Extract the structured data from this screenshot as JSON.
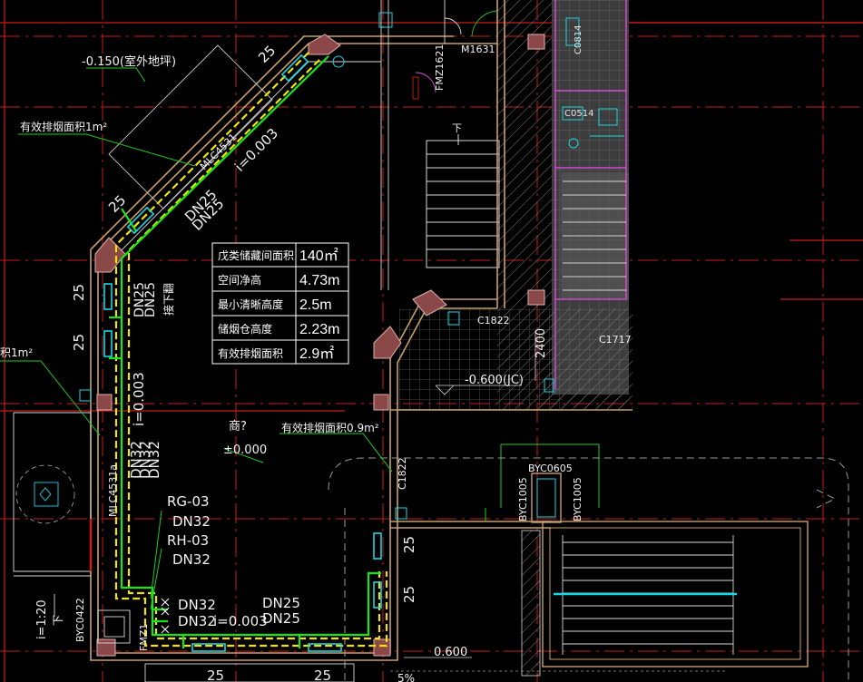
{
  "notes": {
    "outdoor_elev": "-0.150(室外地坪)",
    "smoke_area_1": "有效排烟面积1m²",
    "smoke_area_left": "积1m²",
    "smoke_area_center": "有效排烟面积0.9m²",
    "elev_main": "±0.000",
    "room_mark": "商?",
    "elev_lower": "-0.600(JC)",
    "dim_0600": "0.600",
    "dim_2400": "2400",
    "down_mark": "下",
    "slope_ramp": "i=1:20",
    "ramp_down": "下",
    "pct": "5%"
  },
  "labels": {
    "door_m1631": "M1631",
    "door_fmz1621": "FMZ1621",
    "window_mlc": "MLC4531",
    "window_mlc_left": "MLC4531a",
    "window_c1822a": "C1822",
    "window_c1822b": "C1822",
    "window_c1717": "C1717",
    "byc0605": "BYC0605",
    "byc1005a": "BYC1005",
    "byc1005b": "BYC1005",
    "byc0422": "BYC0422",
    "fmz_bottom": "FMZ1",
    "c0814": "C0814",
    "c0514": "C0514"
  },
  "pipes": {
    "rg": "RG-03",
    "rg_dn": "DN32",
    "rh": "RH-03",
    "rh_dn": "DN32",
    "dn32_a": "DN32",
    "dn32_b": "DN32",
    "slope_bottom": "i=0.003",
    "dn25_a": "DN25",
    "dn25_b": "DN25",
    "diag_slope": "i=0.003",
    "diag_dn1": "DN25",
    "diag_dn2": "DN25",
    "left_slope": "i=0.003",
    "left_dn1": "DN32",
    "left_dn2": "DN32",
    "left_dn3": "DN32",
    "upper_dn1": "DN25",
    "upper_dn2": "DN25",
    "upper_note": "接下翻",
    "side_25": "25"
  },
  "table": {
    "rows": [
      {
        "label": "戊类储藏间面积",
        "value": "140㎡"
      },
      {
        "label": "空间净高",
        "value": "4.73m"
      },
      {
        "label": "最小清晰高度",
        "value": "2.5m"
      },
      {
        "label": "储烟仓高度",
        "value": "2.23m"
      },
      {
        "label": "有效排烟面积",
        "value": "2.9㎡"
      }
    ]
  },
  "colors": {
    "wall": "#c8a06a",
    "column": "#8a4848",
    "pipe_green": "#19e619",
    "pipe_yellow": "#f4e400",
    "grid_red": "#c81e1e",
    "cyan": "#17d6e6",
    "green_leader": "#1fcc1f"
  }
}
